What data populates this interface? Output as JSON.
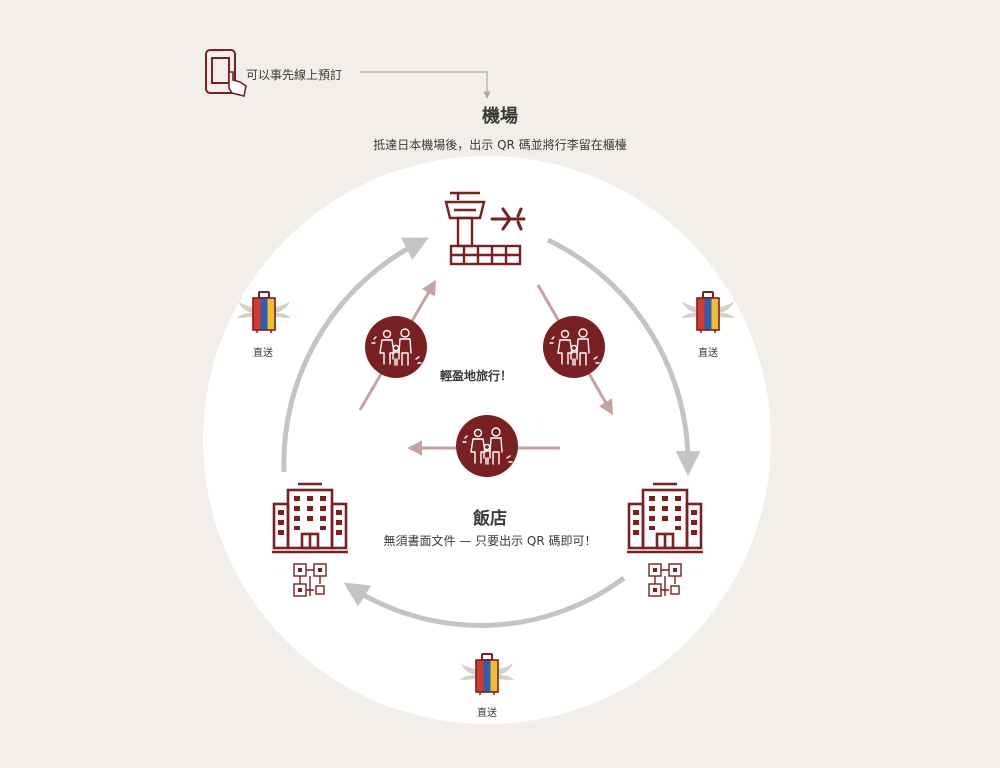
{
  "note": {
    "text": "可以事先線上預訂"
  },
  "airport": {
    "title": "機場",
    "description": "抵達日本機場後，出示 QR 碼並將行李留在櫃檯"
  },
  "hotel": {
    "title": "飯店",
    "description": "無須書面文件 — 只要出示 QR 碼即可！"
  },
  "travel_label": "輕盈地旅行！",
  "delivery": {
    "left": "直送",
    "right": "直送",
    "bottom": "直送"
  },
  "colors": {
    "brand": "#7a1f22",
    "arrow_gray": "#c4c4c4",
    "arrow_pink": "#c4a3a3",
    "circle_bg": "#ffffff",
    "page_bg": "#f2efea"
  },
  "icons": [
    "tablet-tap-icon",
    "airport-tower-icon",
    "airplane-icon",
    "hotel-building-icon",
    "qr-code-icon",
    "family-icon",
    "winged-suitcase-icon"
  ]
}
